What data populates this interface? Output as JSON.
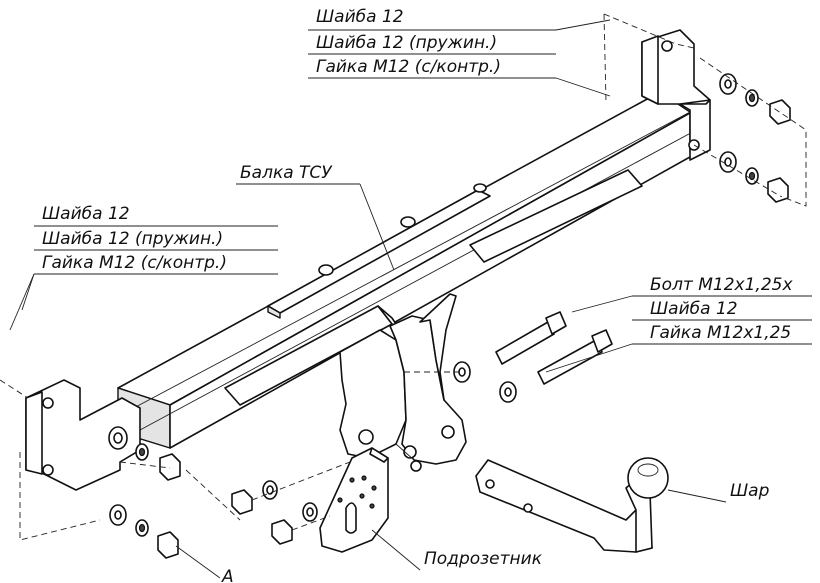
{
  "labels": {
    "top_right_washer": "Шайба 12",
    "top_right_spring_washer": "Шайба 12 (пружин.)",
    "top_right_nut": "Гайка М12 (с/контр.)",
    "beam": "Балка ТСУ",
    "left_washer": "Шайба 12",
    "left_spring_washer": "Шайба 12 (пружин.)",
    "left_nut": "Гайка М12 (с/контр.)",
    "bolt": "Болт М12х1,25х",
    "bolt_washer": "Шайба 12",
    "bolt_nut": "Гайка М12х1,25",
    "ball": "Шар",
    "socket_plate": "Подрозетник",
    "bottom_fragment": "А"
  },
  "colors": {
    "line": "#111111",
    "background": "#ffffff",
    "shade": "#e4e4e4"
  }
}
